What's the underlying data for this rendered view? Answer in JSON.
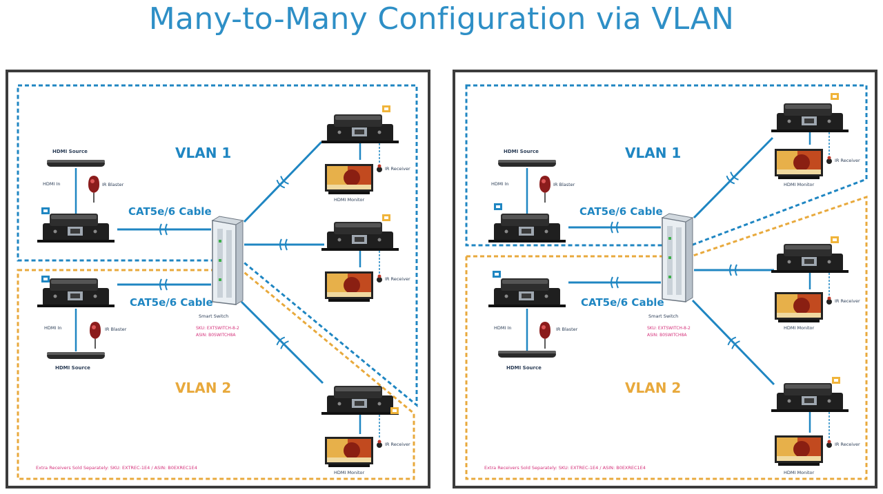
{
  "title": "Many-to-Many Configuration via VLAN",
  "colors": {
    "vlan1": "#1f86c2",
    "vlan2": "#e8a93c",
    "frame": "#3c3c3c",
    "device": "#1f1f1f",
    "accent": "#d4317a"
  },
  "panels": [
    {
      "vlan1_label": "VLAN 1",
      "vlan2_label": "VLAN 2",
      "cable_label_top": "CAT5e/6 Cable",
      "cable_label_bottom": "CAT5e/6 Cable",
      "hdmi_source_top": "HDMI Source",
      "hdmi_in_top": "HDMI In",
      "ir_top": "IR Blaster",
      "hdmi_source_bottom": "HDMI Source",
      "hdmi_in_bottom": "HDMI In",
      "ir_bottom": "IR Blaster",
      "switch_name": "Smart Switch",
      "switch_sku": "SKU: EXTSWITCH-8-2",
      "switch_asin": "ASIN: B0SWITCH8A",
      "receivers": [
        {
          "ir_label": "IR Receiver",
          "monitor_label": "HDMI Monitor"
        },
        {
          "ir_label": "IR Receiver",
          "monitor_label": ""
        },
        {
          "ir_label": "IR Receiver",
          "monitor_label": "HDMI Monitor"
        }
      ],
      "footer": "Extra Receivers Sold Separately: SKU: EXTREC-1E4 / ASIN: B0EXREC1E4"
    },
    {
      "vlan1_label": "VLAN 1",
      "vlan2_label": "VLAN 2",
      "cable_label_top": "CAT5e/6 Cable",
      "cable_label_bottom": "CAT5e/6 Cable",
      "hdmi_source_top": "HDMI Source",
      "hdmi_in_top": "HDMI In",
      "ir_top": "IR Blaster",
      "hdmi_source_bottom": "HDMI Source",
      "hdmi_in_bottom": "HDMI In",
      "ir_bottom": "IR Blaster",
      "switch_name": "Smart Switch",
      "switch_sku": "SKU: EXTSWITCH-8-2",
      "switch_asin": "ASIN: B0SWITCH8A",
      "receivers": [
        {
          "ir_label": "IR Receiver",
          "monitor_label": "HDMI Monitor"
        },
        {
          "ir_label": "IR Receiver",
          "monitor_label": "HDMI Monitor"
        },
        {
          "ir_label": "IR Receiver",
          "monitor_label": "HDMI Monitor"
        }
      ],
      "footer": "Extra Receivers Sold Separately: SKU: EXTREC-1E4 / ASIN: B0EXREC1E4"
    }
  ]
}
